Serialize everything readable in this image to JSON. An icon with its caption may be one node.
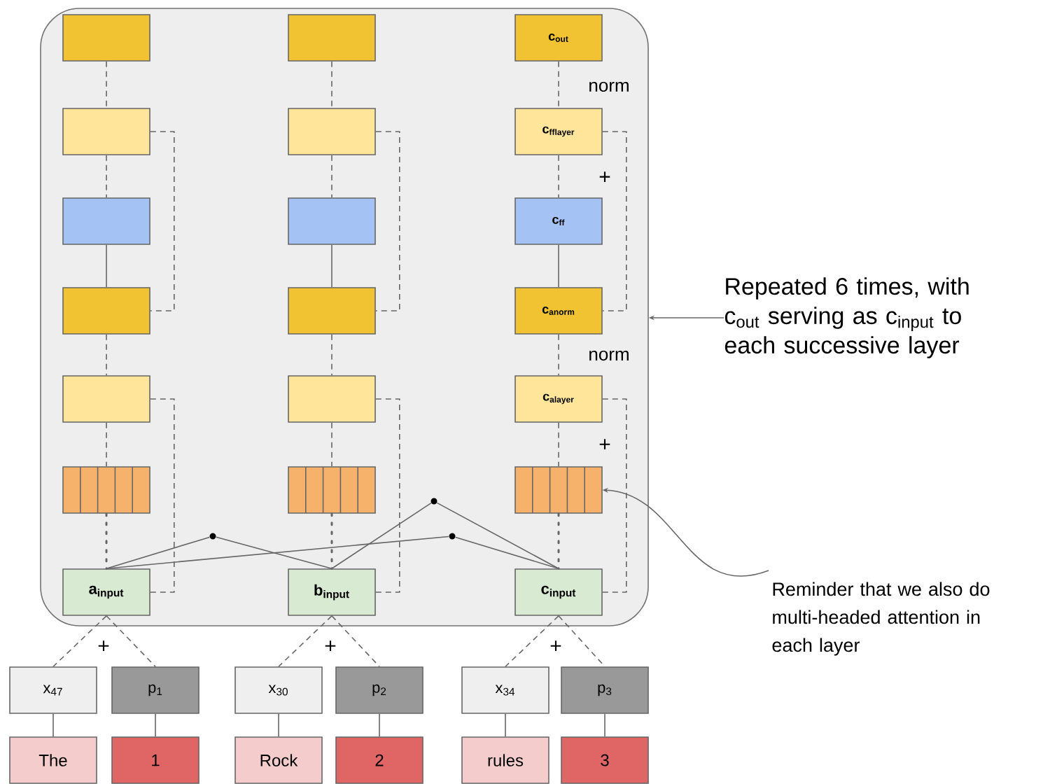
{
  "diagram": {
    "nodes": [
      {
        "text": [],
        "shape": "box"
      },
      {
        "text": [],
        "shape": "box",
        "in": 0
      },
      {
        "text": [],
        "shape": "box",
        "in": 0
      },
      {
        "text": [
          "c$_{out}$"
        ],
        "in": 0
      },
      {
        "text": [],
        "shape": "box",
        "in": 0
      },
      {
        "text": [],
        "shape": "box",
        "in": 0
      },
      {
        "text": [
          "c$_{fflayer}$"
        ],
        "in": 0
      },
      {
        "text": [],
        "shape": "box",
        "in": 0
      },
      {
        "text": [],
        "shape": "box",
        "in": 0
      },
      {
        "text": [
          "c$_{ff}$"
        ],
        "in": 0
      },
      {
        "text": [],
        "shape": "box",
        "in": 0
      },
      {
        "text": [],
        "shape": "box",
        "in": 0
      },
      {
        "text": [
          "c$_{anorm}$"
        ],
        "in": 0
      },
      {
        "text": [
          "Repeated 6 times, with c$_{out}$ serving as c$_{input}$ to each successive layer"
        ]
      },
      {
        "text": [],
        "shape": "box",
        "in": 0
      },
      {
        "text": [],
        "shape": "box",
        "in": 0
      },
      {
        "text": [
          "c$_{alayer}$"
        ],
        "in": 0
      },
      {
        "text": [],
        "shape": "box",
        "in": 0
      },
      {
        "text": [],
        "shape": "box",
        "in": 0
      },
      {
        "text": [],
        "shape": "box",
        "in": 0
      },
      {
        "text": [],
        "shape": "circle",
        "in": 0
      },
      {
        "text": [],
        "shape": "circle",
        "in": 0
      },
      {
        "text": [],
        "shape": "circle",
        "in": 0
      },
      {
        "text": [
          "a$_{input}$"
        ],
        "in": 0
      },
      {
        "text": [
          "b$_{input}$"
        ],
        "in": 0
      },
      {
        "text": [
          "c$_{input}$"
        ],
        "in": 0
      },
      {
        "text": [
          "Reminder that we also do multi-headed attention in each layer"
        ]
      },
      {
        "text": [
          "x$_{47}$"
        ]
      },
      {
        "text": [
          "p$_{1}$"
        ]
      },
      {
        "text": [
          "x$_{30}$"
        ]
      },
      {
        "text": [
          "p$_{2}$"
        ]
      },
      {
        "text": [
          "x$_{34}$"
        ]
      },
      {
        "text": [
          "p$_{3}$"
        ]
      },
      {
        "text": [
          "The"
        ]
      },
      {
        "text": [
          "1"
        ]
      },
      {
        "text": [
          "Rock"
        ]
      },
      {
        "text": [
          "2"
        ]
      },
      {
        "text": [
          "rules"
        ]
      },
      {
        "text": [
          "3"
        ]
      }
    ],
    "edges": [
      {
        "from": 1,
        "to": 4,
        "arrow": "none",
        "style": "dashed"
      },
      {
        "from": 4,
        "to": 7,
        "arrow": "none",
        "style": "dashed"
      },
      {
        "from": 7,
        "to": 10,
        "arrow": "none"
      },
      {
        "from": 10,
        "to": 14,
        "arrow": "none",
        "style": "dashed"
      },
      {
        "from": 14,
        "to": 17,
        "arrow": "none",
        "style": "dashed"
      },
      {
        "from": 17,
        "to": 23,
        "arrow": "none",
        "style": "dashed"
      },
      {
        "from": 4,
        "to": 10,
        "arrow": "none",
        "style": "dashed"
      },
      {
        "from": 14,
        "to": 23,
        "arrow": "none",
        "style": "dashed"
      },
      {
        "from": 2,
        "to": 5,
        "arrow": "none",
        "style": "dashed"
      },
      {
        "from": 5,
        "to": 8,
        "arrow": "none",
        "style": "dashed"
      },
      {
        "from": 8,
        "to": 11,
        "arrow": "none"
      },
      {
        "from": 11,
        "to": 15,
        "arrow": "none",
        "style": "dashed"
      },
      {
        "from": 15,
        "to": 18,
        "arrow": "none",
        "style": "dashed"
      },
      {
        "from": 18,
        "to": 24,
        "arrow": "none",
        "style": "dashed"
      },
      {
        "from": 5,
        "to": 11,
        "arrow": "none",
        "style": "dashed"
      },
      {
        "from": 15,
        "to": 24,
        "arrow": "none",
        "style": "dashed"
      },
      {
        "from": 3,
        "to": 6,
        "arrow": "none",
        "style": "dashed"
      },
      {
        "from": 6,
        "to": 9,
        "arrow": "none",
        "style": "dashed"
      },
      {
        "from": 9,
        "to": 12,
        "arrow": "none"
      },
      {
        "from": 12,
        "to": 16,
        "arrow": "none",
        "style": "dashed"
      },
      {
        "from": 16,
        "to": 19,
        "arrow": "none",
        "style": "dashed"
      },
      {
        "from": 19,
        "to": 25,
        "arrow": "none",
        "style": "dashed"
      },
      {
        "from": 6,
        "to": 12,
        "arrow": "none",
        "style": "dashed"
      },
      {
        "from": 16,
        "to": 25,
        "arrow": "none",
        "style": "dashed"
      },
      {
        "from": 23,
        "to": 21,
        "arrow": "none"
      },
      {
        "from": 21,
        "to": 24,
        "arrow": "none"
      },
      {
        "from": 24,
        "to": 20,
        "arrow": "none"
      },
      {
        "from": 20,
        "to": 25,
        "arrow": "none"
      },
      {
        "from": 23,
        "to": 22,
        "arrow": "none"
      },
      {
        "from": 22,
        "to": 25,
        "arrow": "none"
      },
      {
        "from": 23,
        "to": 27,
        "arrow": "none",
        "style": "dashed"
      },
      {
        "from": 23,
        "to": 28,
        "arrow": "none",
        "style": "dashed"
      },
      {
        "from": 27,
        "to": 33,
        "arrow": "none"
      },
      {
        "from": 28,
        "to": 34,
        "arrow": "none"
      },
      {
        "from": 24,
        "to": 29,
        "arrow": "none",
        "style": "dashed"
      },
      {
        "from": 24,
        "to": 30,
        "arrow": "none",
        "style": "dashed"
      },
      {
        "from": 29,
        "to": 35,
        "arrow": "none"
      },
      {
        "from": 30,
        "to": 36,
        "arrow": "none"
      },
      {
        "from": 25,
        "to": 31,
        "arrow": "none",
        "style": "dashed"
      },
      {
        "from": 25,
        "to": 32,
        "arrow": "none",
        "style": "dashed"
      },
      {
        "from": 31,
        "to": 37,
        "arrow": "none"
      },
      {
        "from": 32,
        "to": 38,
        "arrow": "none"
      },
      {
        "from": 13,
        "to": 0,
        "arrow": "to"
      },
      {
        "from": 26,
        "to": 19,
        "arrow": "to"
      }
    ],
    "labels": [
      "norm",
      "+",
      "norm",
      "+",
      "+",
      "+",
      "+"
    ]
  }
}
